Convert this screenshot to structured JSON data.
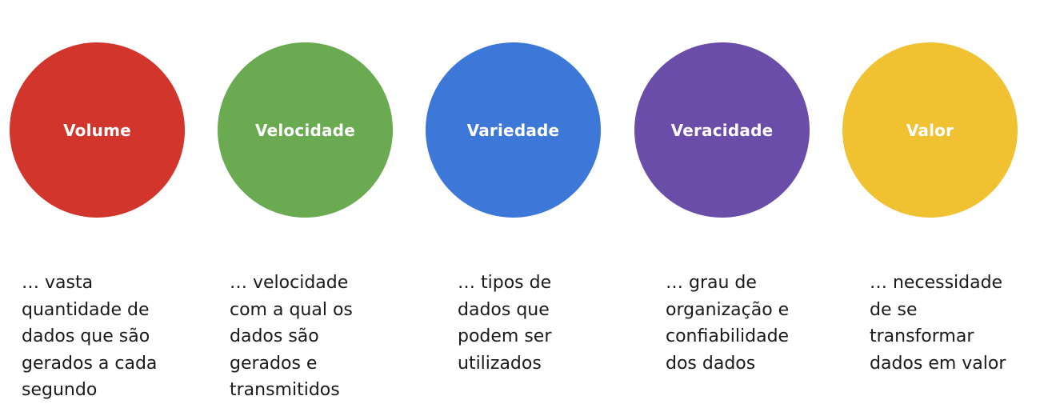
{
  "items": [
    {
      "title": "Volume",
      "color": "#d2352c",
      "description": "… vasta\nquantidade de\ndados que são\ngerados a cada\nsegundo"
    },
    {
      "title": "Velocidade",
      "color": "#6aaa50",
      "description": "… velocidade\ncom a qual os\ndados são\ngerados e\ntransmitidos"
    },
    {
      "title": "Variedade",
      "color": "#3d78d8",
      "description": "… tipos de\ndados que\npodem ser\nutilizados"
    },
    {
      "title": "Veracidade",
      "color": "#6a4da8",
      "description": "… grau de\norganização e\nconfiabilidade\ndos dados"
    },
    {
      "title": "Valor",
      "color": "#f0c232",
      "description": "… necessidade\nde se\ntransformar\ndados em valor"
    }
  ]
}
